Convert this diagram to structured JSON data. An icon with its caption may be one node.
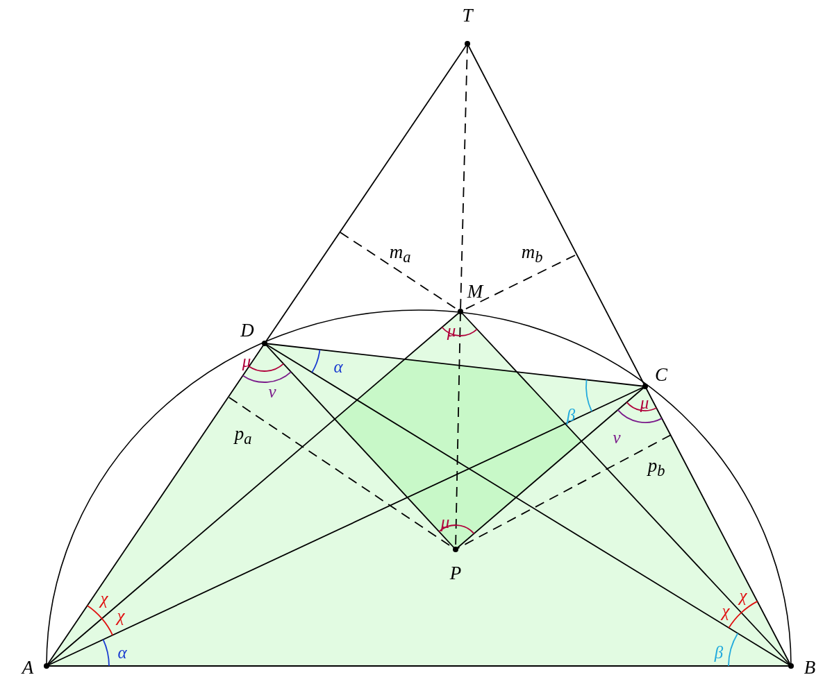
{
  "diagram": {
    "nodes": [
      {
        "text": [
          "T"
        ]
      },
      {
        "text": [
          "M"
        ]
      },
      {
        "text": [
          "D"
        ]
      },
      {
        "text": [
          "C"
        ]
      },
      {
        "text": [
          "P"
        ]
      },
      {
        "text": [
          "A"
        ]
      },
      {
        "text": [
          "B"
        ]
      }
    ],
    "edges": [
      {
        "from": 5,
        "to": 6,
        "arrow": "none"
      },
      {
        "from": 5,
        "to": 2,
        "arrow": "none"
      },
      {
        "from": 2,
        "to": 0,
        "arrow": "none"
      },
      {
        "from": 0,
        "to": 3,
        "arrow": "none"
      },
      {
        "from": 3,
        "to": 6,
        "arrow": "none"
      },
      {
        "from": 2,
        "to": 3,
        "arrow": "none"
      },
      {
        "from": 5,
        "to": 3,
        "arrow": "none"
      },
      {
        "from": 2,
        "to": 6,
        "arrow": "none"
      },
      {
        "from": 5,
        "to": 1,
        "arrow": "none"
      },
      {
        "from": 1,
        "to": 6,
        "arrow": "none"
      },
      {
        "from": 2,
        "to": 4,
        "arrow": "none"
      },
      {
        "from": 4,
        "to": 3,
        "arrow": "none"
      },
      {
        "from": 0,
        "to": 1,
        "arrow": "none",
        "style": "dashed"
      },
      {
        "from": 1,
        "to": 4,
        "arrow": "none",
        "style": "dashed"
      },
      {
        "from": null,
        "to": 1,
        "arrow": "none",
        "style": "dashed",
        "label": "m$_{a}$"
      },
      {
        "from": null,
        "to": 1,
        "arrow": "none",
        "style": "dashed",
        "label": "m$_{b}$"
      },
      {
        "from": null,
        "to": 4,
        "arrow": "none",
        "style": "dashed",
        "label": "p$_{a}$"
      },
      {
        "from": null,
        "to": 4,
        "arrow": "none",
        "style": "dashed",
        "label": "p$_{b}$"
      }
    ],
    "labels": [
      "μ",
      "μ",
      "α",
      "β",
      "μ",
      "ν",
      "ν",
      "μ",
      "χ",
      "χ",
      "χ",
      "χ",
      "α",
      "β"
    ]
  }
}
